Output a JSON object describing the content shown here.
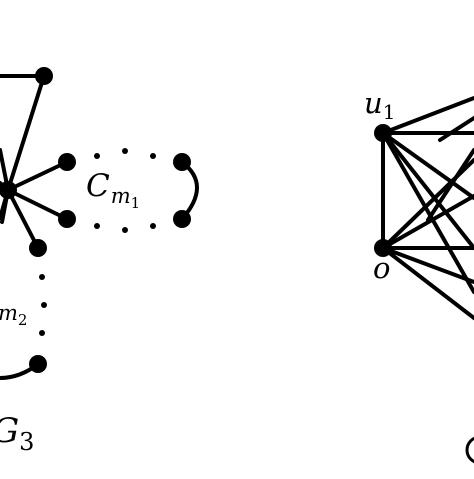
{
  "left_graph": {
    "cycle1_label": {
      "base": "C",
      "sub": "m",
      "subsub": "1"
    },
    "cycle2_label_partial": {
      "sub": "m",
      "subsub": "2"
    },
    "graph_label": {
      "base": "G",
      "sub": "3"
    }
  },
  "right_graph": {
    "vertex_u1": {
      "base": "u",
      "sub": "1"
    },
    "vertex_o": "o"
  },
  "colors": {
    "ink": "#000000",
    "background": "#ffffff"
  }
}
